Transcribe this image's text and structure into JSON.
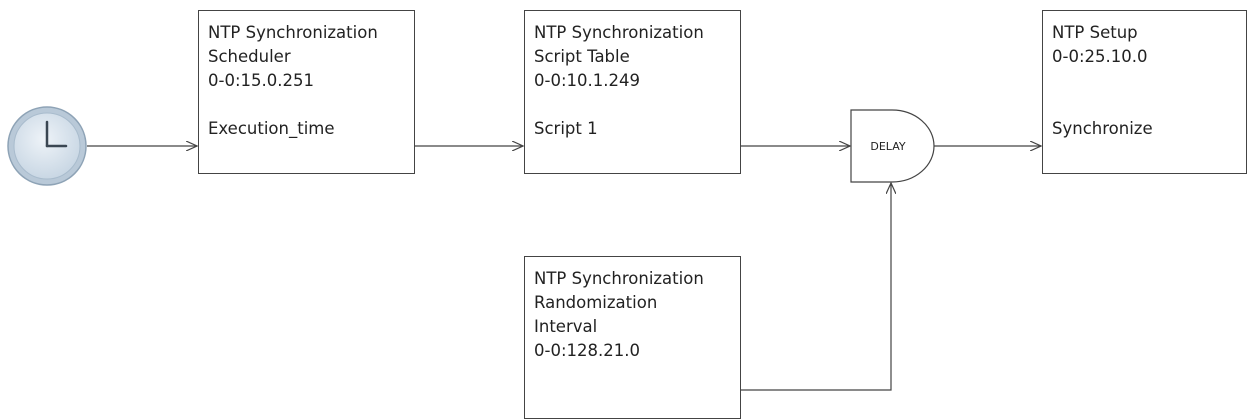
{
  "scheduler": {
    "lines": [
      "NTP Synchronization",
      "Scheduler",
      "0-0:15.0.251"
    ],
    "function": "Execution_time"
  },
  "script_table": {
    "lines": [
      "NTP Synchronization",
      "Script Table",
      "0-0:10.1.249"
    ],
    "function": "Script 1"
  },
  "randomization": {
    "lines": [
      "NTP Synchronization",
      "Randomization",
      "Interval",
      "0-0:128.21.0"
    ]
  },
  "ntp_setup": {
    "lines": [
      "NTP Setup",
      "0-0:25.10.0"
    ],
    "function": "Synchronize"
  },
  "delay": {
    "label": "DELAY"
  },
  "icons": {
    "clock": "clock-icon"
  },
  "colors": {
    "line": "#444444",
    "clock_face": "#d6e3ee",
    "clock_rim": "#9fb4c6",
    "clock_hands": "#3a4652"
  }
}
